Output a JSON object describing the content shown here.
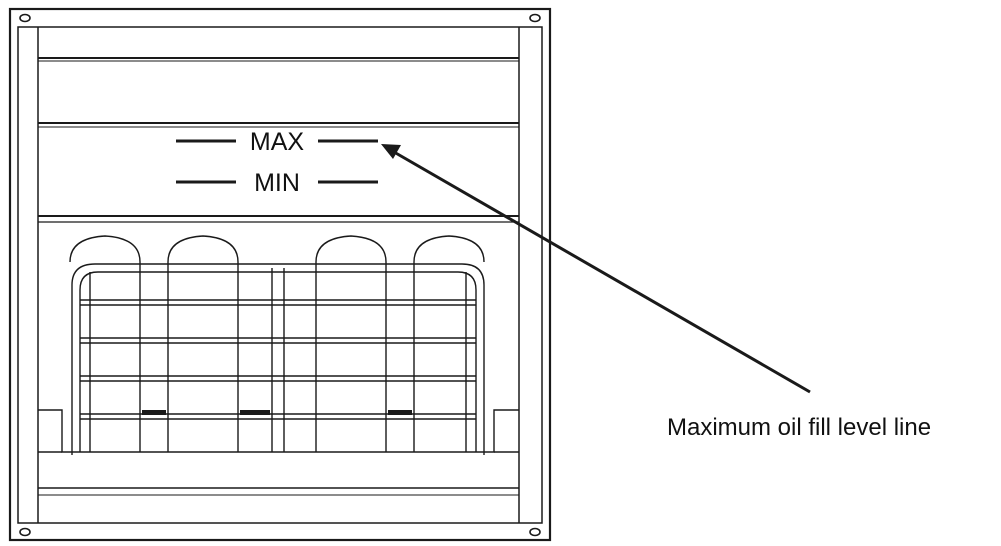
{
  "labels": {
    "max": "MAX",
    "min": "MIN",
    "callout": "Maximum oil fill level line"
  },
  "colors": {
    "line": "#1a1a1a",
    "background": "#ffffff"
  }
}
